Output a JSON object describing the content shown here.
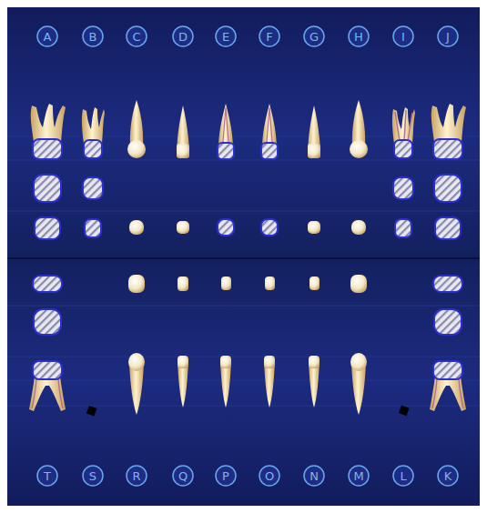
{
  "diagram": {
    "nodes": [
      {
        "text": [
          "A"
        ]
      },
      {
        "text": [
          "B"
        ]
      },
      {
        "text": [
          "C"
        ]
      },
      {
        "text": [
          "D"
        ]
      },
      {
        "text": [
          "E"
        ]
      },
      {
        "text": [
          "F"
        ]
      },
      {
        "text": [
          "G"
        ]
      },
      {
        "text": [
          "H"
        ]
      },
      {
        "text": [
          "I"
        ]
      },
      {
        "text": [
          "J"
        ]
      },
      {
        "text": [
          "T"
        ]
      },
      {
        "text": [
          "S"
        ]
      },
      {
        "text": [
          "R"
        ]
      },
      {
        "text": [
          "Q"
        ]
      },
      {
        "text": [
          "P"
        ]
      },
      {
        "text": [
          "O"
        ]
      },
      {
        "text": [
          "N"
        ]
      },
      {
        "text": [
          "M"
        ]
      },
      {
        "text": [
          "L"
        ]
      },
      {
        "text": [
          "K"
        ]
      }
    ]
  }
}
